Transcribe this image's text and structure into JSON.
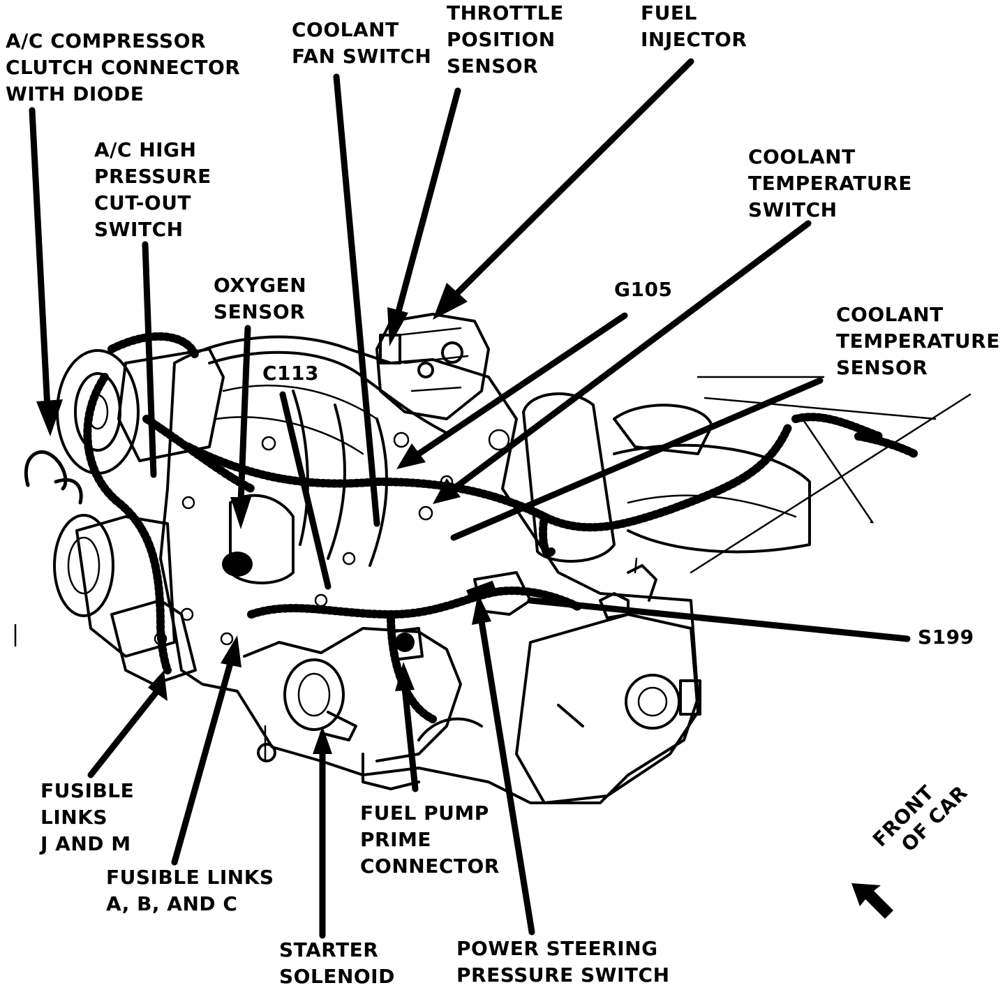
{
  "diagram": {
    "labels": {
      "ac_compressor": [
        "A/C COMPRESSOR",
        "CLUTCH CONNECTOR",
        "WITH DIODE"
      ],
      "ac_high_pressure": [
        "A/C HIGH",
        "PRESSURE",
        "CUT-OUT",
        "SWITCH"
      ],
      "coolant_fan_switch": [
        "COOLANT",
        "FAN SWITCH"
      ],
      "throttle_position_sensor": [
        "THROTTLE",
        "POSITION",
        "SENSOR"
      ],
      "fuel_injector": [
        "FUEL",
        "INJECTOR"
      ],
      "coolant_temperature_switch": [
        "COOLANT",
        "TEMPERATURE",
        "SWITCH"
      ],
      "oxygen_sensor": [
        "OXYGEN",
        "SENSOR"
      ],
      "c113": [
        "C113"
      ],
      "g105": [
        "G105"
      ],
      "coolant_temperature_sensor": [
        "COOLANT",
        "TEMPERATURE",
        "SENSOR"
      ],
      "s199": [
        "S199"
      ],
      "fusible_links_jm": [
        "FUSIBLE",
        "LINKS",
        "J AND M"
      ],
      "fusible_links_abc": [
        "FUSIBLE LINKS",
        "A, B, AND C"
      ],
      "fuel_pump_prime": [
        "FUEL PUMP",
        "PRIME",
        "CONNECTOR"
      ],
      "starter_solenoid": [
        "STARTER",
        "SOLENOID"
      ],
      "power_steering": [
        "POWER STEERING",
        "PRESSURE SWITCH"
      ],
      "front_of_car": [
        "FRONT",
        "OF CAR"
      ]
    }
  }
}
